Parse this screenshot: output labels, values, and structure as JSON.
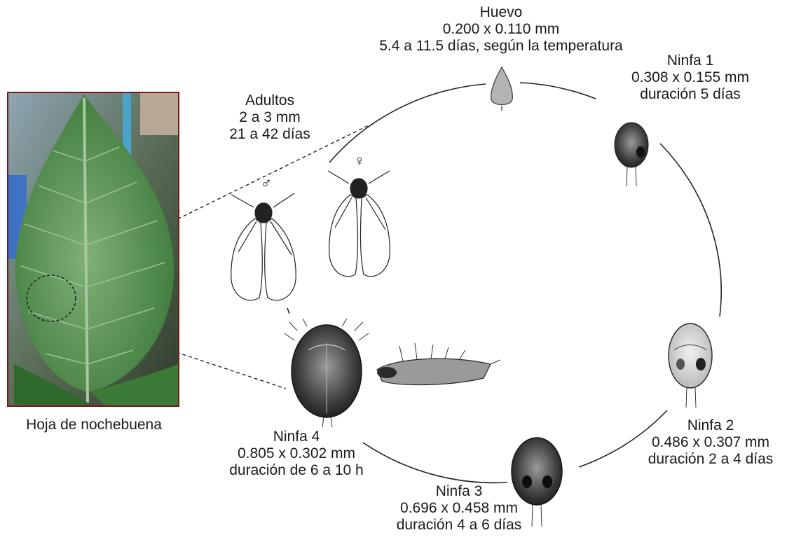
{
  "stages": {
    "huevo": {
      "name": "Huevo",
      "size": "0.200  x  0.110 mm",
      "duration": "5.4 a 11.5 días, según la temperatura"
    },
    "ninfa1": {
      "name": "Ninfa 1",
      "size": "0.308  x  0.155 mm",
      "duration": "duración 5 días"
    },
    "ninfa2": {
      "name": "Ninfa 2",
      "size": "0.486  x  0.307 mm",
      "duration": "duración 2 a 4 días"
    },
    "ninfa3": {
      "name": "Ninfa 3",
      "size": "0.696  x 0.458 mm",
      "duration": "duración 4 a 6 días"
    },
    "ninfa4": {
      "name": "Ninfa 4",
      "size": "0.805  x  0.302 mm",
      "duration": "duración de 6 a 10 h"
    },
    "adultos": {
      "name": "Adultos",
      "size": "2 a 3 mm",
      "duration": "21 a 42 días"
    }
  },
  "sex_symbols": {
    "male": "♂",
    "female": "♀"
  },
  "leaf_caption": "Hoja de nochebuena",
  "colors": {
    "frame": "#7a1818",
    "leaf": "#4e8a4a",
    "cycle_line": "#222222"
  }
}
